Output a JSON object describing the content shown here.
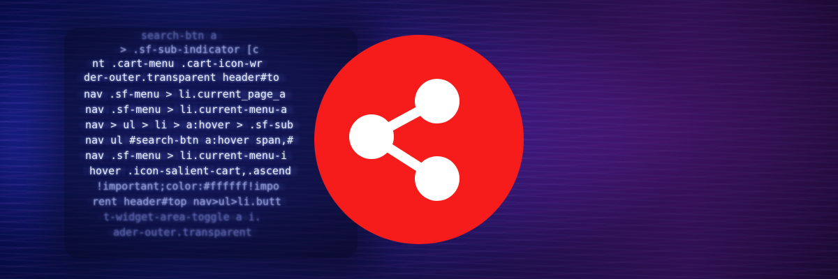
{
  "banner": {
    "code_lines": [
      "search-btn a",
      "> .sf-sub-indicator [c",
      "nt .cart-menu .cart-icon-wr",
      "der-outer.transparent header#to",
      "nav .sf-menu > li.current_page_a",
      "nav .sf-menu > li.current-menu-a",
      "nav > ul > li > a:hover > .sf-sub",
      "nav ul #search-btn a:hover span,#",
      "nav .sf-menu > li.current-menu-i",
      "hover .icon-salient-cart,.ascend",
      "!important;color:#ffffff!impo",
      "rent header#top nav>ul>li.butt",
      "t-widget-area-toggle a i.",
      "ader-outer.transparent"
    ],
    "share_icon": "share-icon",
    "colors": {
      "circle": "#f61c1c",
      "icon": "#ffffff",
      "background_left": "#1a1f8a",
      "background_right": "#4d1a8e"
    }
  }
}
